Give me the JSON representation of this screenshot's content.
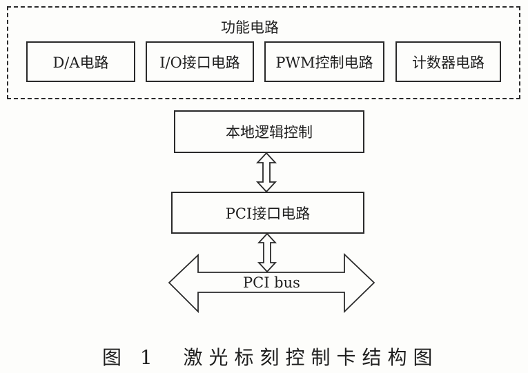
{
  "functional_group": {
    "title": "功能电路",
    "blocks": [
      {
        "label": "D/A电路"
      },
      {
        "label": "I/O接口电路"
      },
      {
        "label": "PWM控制电路"
      },
      {
        "label": "计数器电路"
      }
    ]
  },
  "local_logic": {
    "label": "本地逻辑控制"
  },
  "pci_interface": {
    "label": "PCI接口电路"
  },
  "pci_bus": {
    "label": "PCI bus"
  },
  "caption": {
    "figure": "图 1",
    "text": "激光标刻控制卡结构图"
  }
}
